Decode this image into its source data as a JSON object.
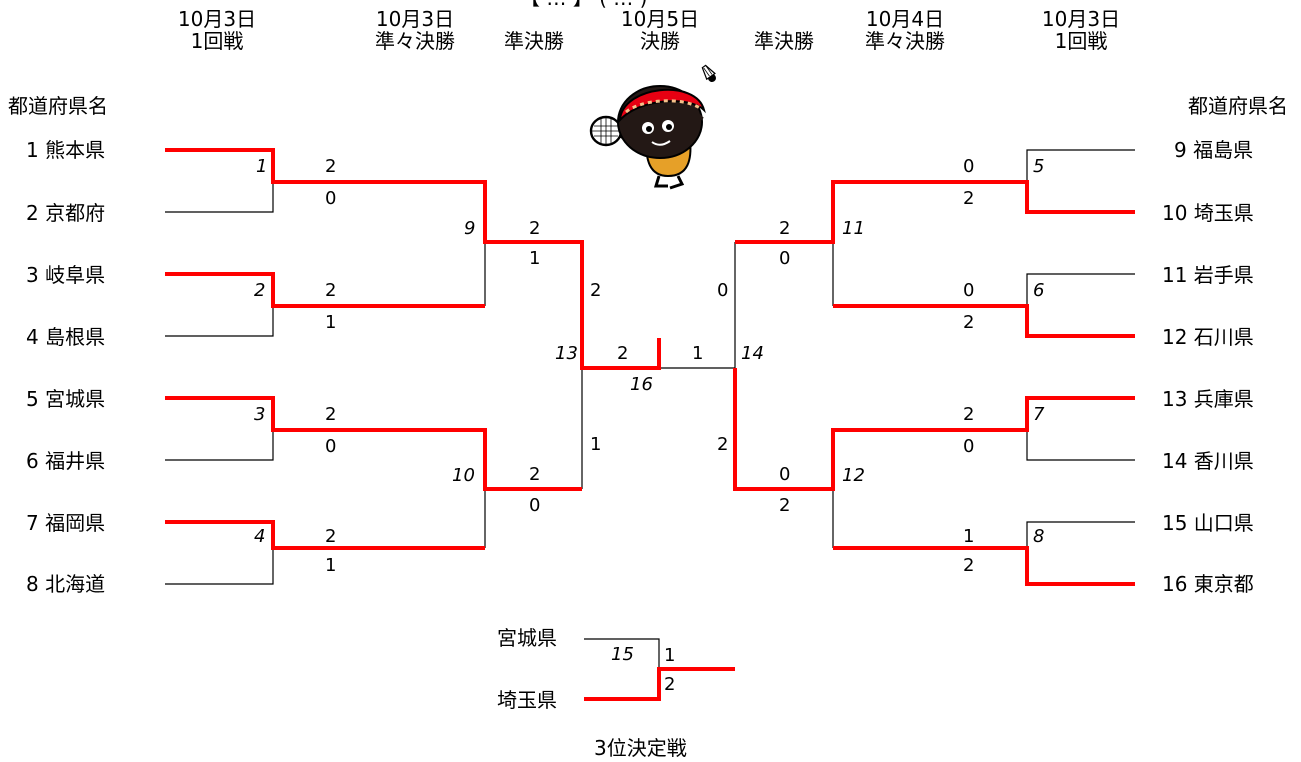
{
  "header": {
    "title_fragment": "【 … 】 ( … )",
    "rounds": [
      {
        "date": "10月3日",
        "name": "1回戦"
      },
      {
        "date": "10月3日",
        "name": "準々決勝"
      },
      {
        "date": "",
        "name": "準決勝"
      },
      {
        "date": "10月5日",
        "name": "決勝"
      },
      {
        "date": "",
        "name": "準決勝"
      },
      {
        "date": "10月4日",
        "name": "準々決勝"
      },
      {
        "date": "10月3日",
        "name": "1回戦"
      }
    ],
    "pref_label_left": "都道府県名",
    "pref_label_right": "都道府県名"
  },
  "teams_left": [
    "1 熊本県",
    "2 京都府",
    "3 岐阜県",
    "4 島根県",
    "5 宮城県",
    "6 福井県",
    "7 福岡県",
    "8 北海道"
  ],
  "teams_right": [
    "9 福島県",
    "10 埼玉県",
    "11 岩手県",
    "12 石川県",
    "13 兵庫県",
    "14 香川県",
    "15 山口県",
    "16 東京都"
  ],
  "match_numbers": [
    "1",
    "2",
    "3",
    "4",
    "5",
    "6",
    "7",
    "8",
    "9",
    "10",
    "11",
    "12",
    "13",
    "14",
    "15",
    "16"
  ],
  "scores": {
    "m1": [
      "2",
      "0"
    ],
    "m2": [
      "2",
      "1"
    ],
    "m3": [
      "2",
      "0"
    ],
    "m4": [
      "2",
      "1"
    ],
    "m5": [
      "0",
      "2"
    ],
    "m6": [
      "0",
      "2"
    ],
    "m7": [
      "2",
      "0"
    ],
    "m8": [
      "1",
      "2"
    ],
    "m9": [
      "2",
      "1"
    ],
    "m10": [
      "2",
      "0"
    ],
    "m11": [
      "2",
      "0"
    ],
    "m12": [
      "0",
      "2"
    ],
    "m13": [
      "2",
      "1"
    ],
    "m14": [
      "0",
      "2"
    ],
    "m16": [
      "2",
      "1"
    ],
    "m15": [
      "1",
      "2"
    ]
  },
  "third_place": {
    "team_top": "宮城県",
    "team_bottom": "埼玉県",
    "label": "3位決定戦"
  },
  "mascot": "badminton-mascot-icon",
  "colors": {
    "win_line": "#ff0000",
    "line": "#000000"
  }
}
